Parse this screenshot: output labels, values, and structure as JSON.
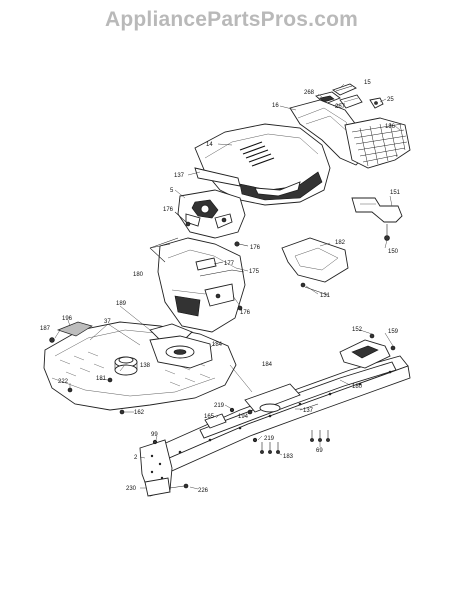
{
  "watermark": "AppliancePartsPros.com",
  "callouts": {
    "c15": "15",
    "c268": "268",
    "c16": "16",
    "c267": "267",
    "c25": "25",
    "c186": "186",
    "c14": "14",
    "c137": "137",
    "c5": "5",
    "c176a": "176",
    "c176b": "176",
    "c151": "151",
    "c182": "182",
    "c150": "150",
    "c180a": "180",
    "c177": "177",
    "c175": "175",
    "c131": "131",
    "c176c": "176",
    "c189": "189",
    "c196": "196",
    "c187": "187",
    "c37": "37",
    "c184a": "184",
    "c138": "138",
    "c181": "181",
    "c222": "222",
    "c162a": "162",
    "c152": "152",
    "c159": "159",
    "c184b": "184",
    "c180b": "180",
    "c165": "165",
    "c219a": "219",
    "c194": "194",
    "c137b": "137",
    "c219b": "219",
    "c99": "99",
    "c183": "183",
    "c69": "69",
    "c2": "2",
    "c230": "230",
    "c226": "226"
  }
}
